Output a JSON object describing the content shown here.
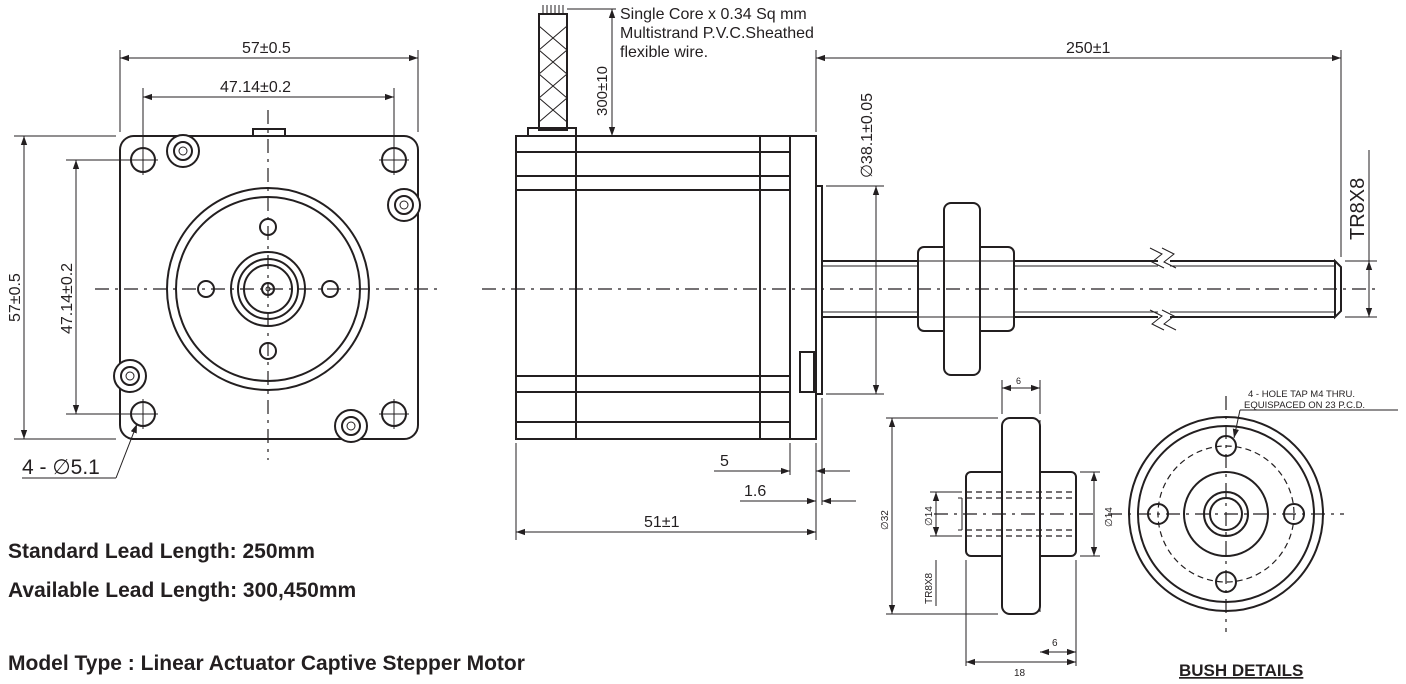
{
  "front_view": {
    "width_dim": "57±0.5",
    "hole_spacing_h": "47.14±0.2",
    "height_dim": "57±0.5",
    "hole_spacing_v": "47.14±0.2",
    "hole_callout": "4 - ∅5.1"
  },
  "side_view": {
    "wire_note_line1": "Single Core x 0.34 Sq mm",
    "wire_note_line2": "Multistrand P.V.C.Sheathed",
    "wire_note_line3": "flexible wire.",
    "wire_length": "300±10",
    "shaft_length": "250±1",
    "pilot_dia": "∅38.1±0.05",
    "thread": "TR8X8",
    "dim_5": "5",
    "dim_1_6": "1.6",
    "body_length": "51±1"
  },
  "bush": {
    "dim_6_top": "6",
    "dia_32": "∅32",
    "dia_14_left": "∅14",
    "dia_14_right": "∅14",
    "thread": "TR8X8",
    "dim_6_bottom": "6",
    "dim_18": "18",
    "hole_note_line1": "4 - HOLE TAP M4 THRU.",
    "hole_note_line2": "EQUISPACED ON 23 P.C.D.",
    "title": "BUSH DETAILS"
  },
  "notes": {
    "standard_lead": "Standard Lead Length: 250mm",
    "available_lead": "Available Lead Length: 300,450mm",
    "model_type": "Model Type : Linear Actuator Captive Stepper Motor"
  }
}
